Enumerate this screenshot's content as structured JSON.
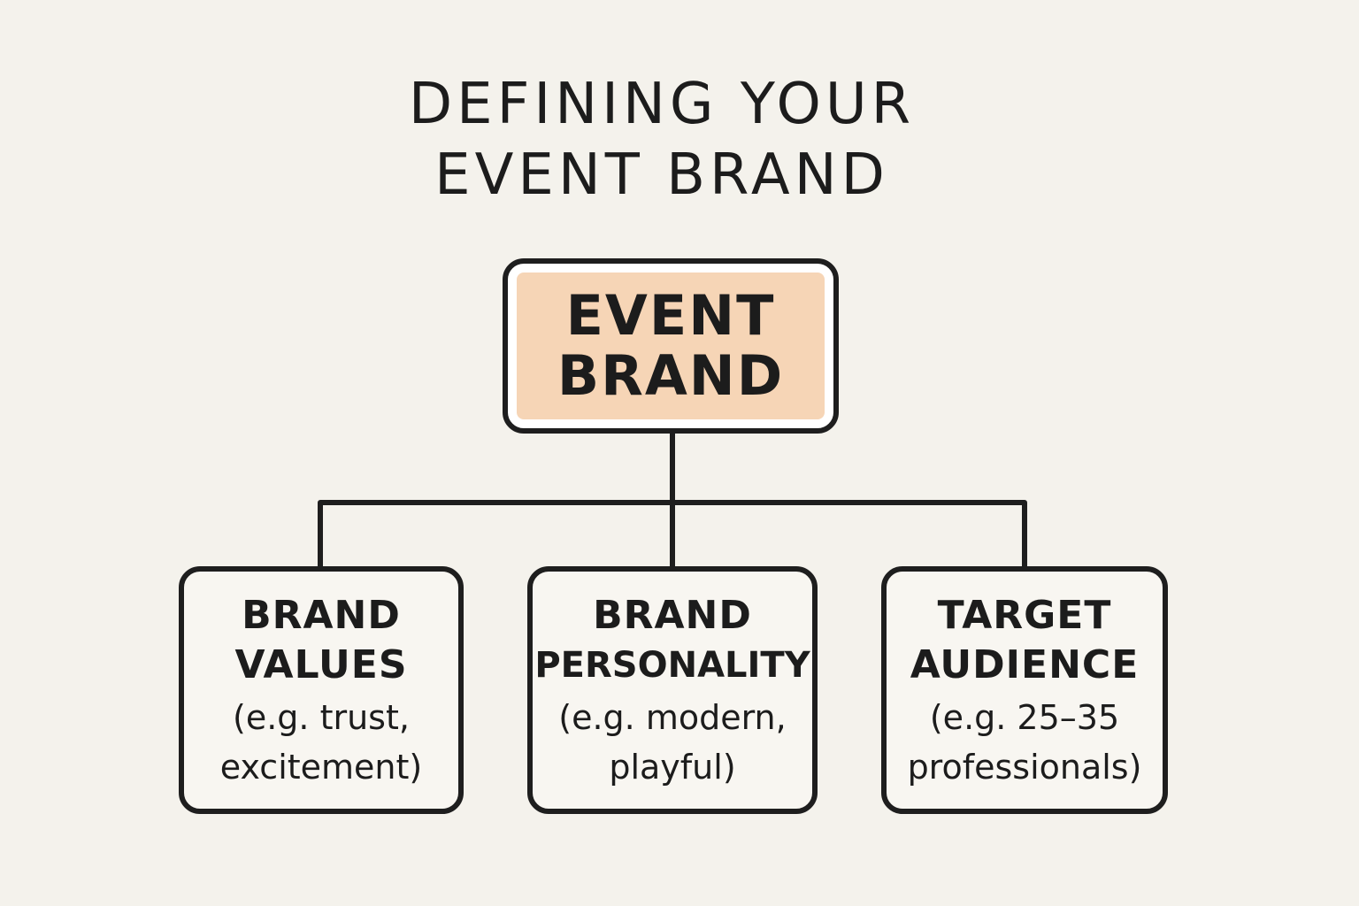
{
  "title": {
    "line1": "DEFINING YOUR",
    "line2": "EVENT BRAND"
  },
  "root": {
    "line1": "EVENT",
    "line2": "BRAND"
  },
  "children": [
    {
      "heading_line1": "BRAND",
      "heading_line2": "VALUES",
      "example_line1": "(e.g. trust,",
      "example_line2": "excitement)"
    },
    {
      "heading_line1": "BRAND",
      "heading_line2": "PERSONALITY",
      "example_line1": "(e.g. modern,",
      "example_line2": "playful)"
    },
    {
      "heading_line1": "TARGET",
      "heading_line2": "AUDIENCE",
      "example_line1": "(e.g. 25–35",
      "example_line2": "professionals)"
    }
  ],
  "colors": {
    "background": "#f4f2ec",
    "root_fill": "#f6d5b6",
    "stroke": "#1e1e1e"
  }
}
